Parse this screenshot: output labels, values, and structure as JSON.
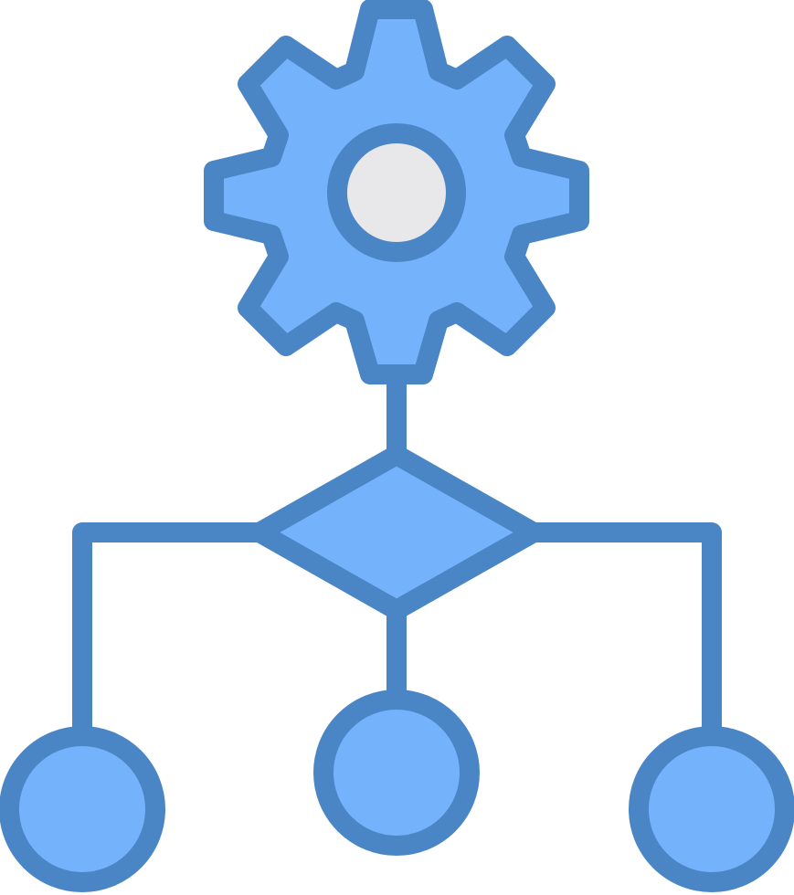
{
  "icon": {
    "name": "workflow-gear-icon",
    "colors": {
      "stroke": "#4a86c5",
      "fill": "#74b2fc",
      "hub": "#e8e8ea",
      "background": "#ffffff"
    },
    "parts": [
      "gear-icon",
      "decision-diamond",
      "output-node-left",
      "output-node-center",
      "output-node-right"
    ]
  }
}
